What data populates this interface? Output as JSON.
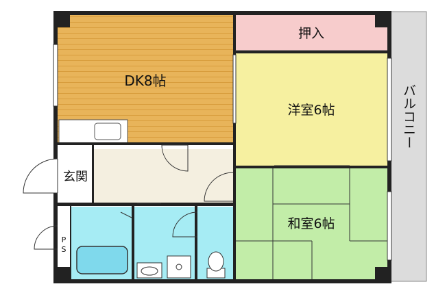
{
  "rooms": {
    "dk": "DK8帖",
    "youshitsu": "洋室6帖",
    "washitsu": "和室6帖",
    "oshiire": "押入",
    "genkan": "玄関",
    "balcony": "バルコニー",
    "ps_top": "P",
    "ps_bottom": "S"
  },
  "colors": {
    "dk": "#e8b45a",
    "youshitsu": "#f6f0a0",
    "washitsu": "#c2eda8",
    "oshiire": "#f7cccc",
    "genkan": "#f4efe0",
    "wet": "#a6ecf4",
    "balcony": "#dcdcdc",
    "wall": "#222222"
  }
}
